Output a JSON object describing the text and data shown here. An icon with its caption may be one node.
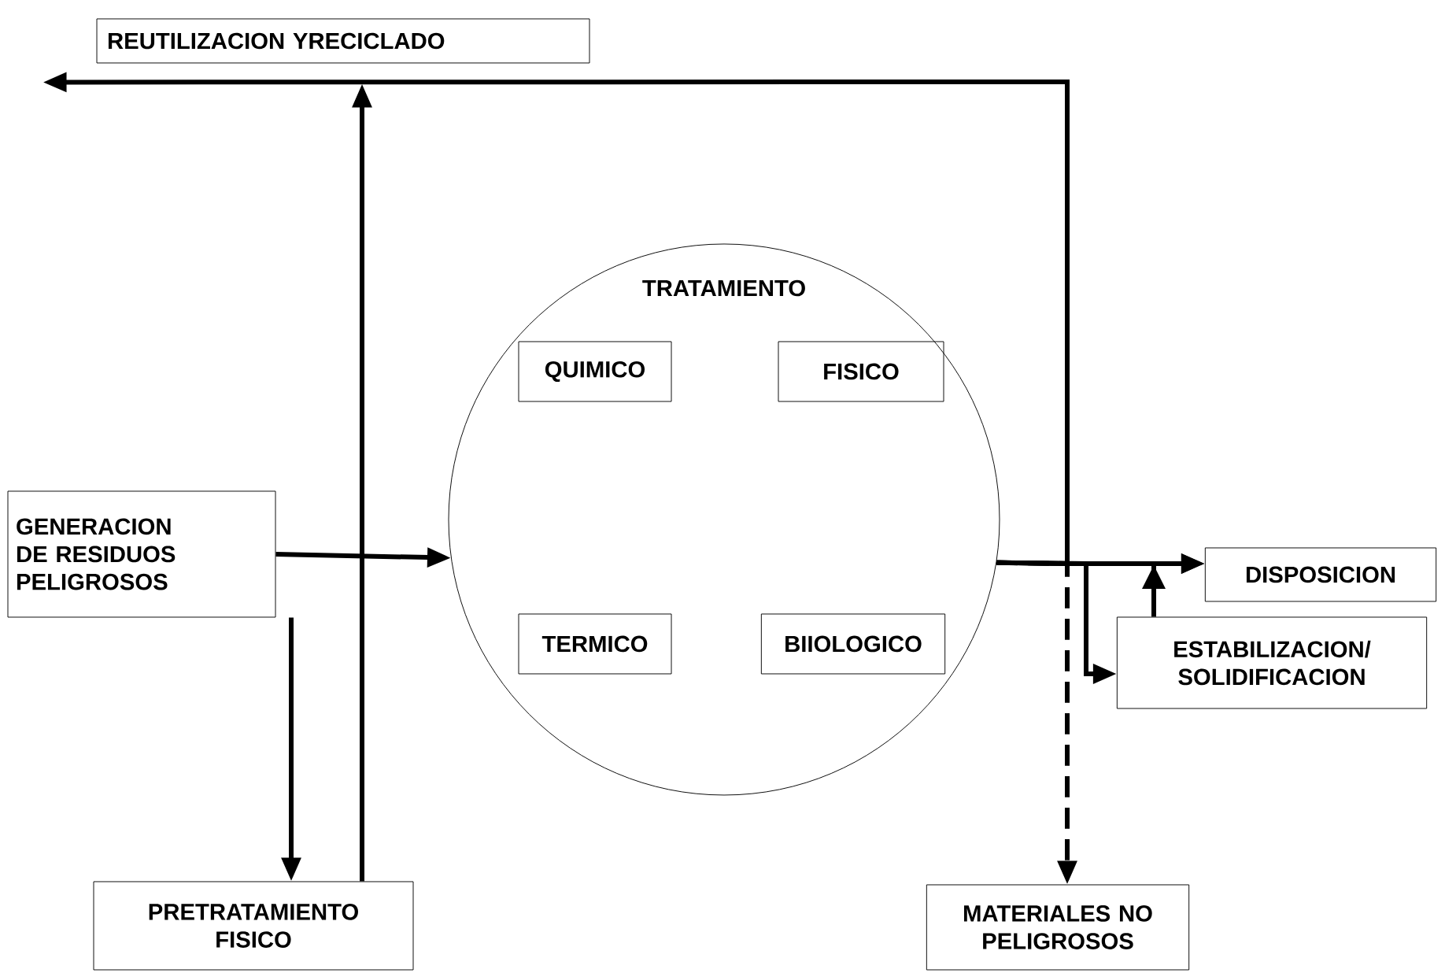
{
  "diagram": {
    "nodes": [
      {
        "text": [
          "REUTILIZACION YRECICLADO"
        ]
      },
      {
        "text": [
          "GENERACION DE RESIDUOS PELIGROSOS"
        ]
      },
      {
        "text": [
          "TRATAMIENTO"
        ]
      },
      {
        "text": [
          "QUIMICO"
        ],
        "in": 2
      },
      {
        "text": [
          "FISICO"
        ],
        "in": 2
      },
      {
        "text": [
          "TERMICO"
        ],
        "in": 2
      },
      {
        "text": [
          "BIIOLOGICO"
        ],
        "in": 2
      },
      {
        "text": [
          "DISPOSICION"
        ]
      },
      {
        "text": [
          "ESTABILIZACION/ SOLIDIFICACION"
        ]
      },
      {
        "text": [
          "PRETRATAMIENTO FISICO"
        ]
      },
      {
        "text": [
          "MATERIALES NO PELIGROSOS"
        ]
      }
    ],
    "edges": [
      {
        "from": 1,
        "to": 2,
        "arrow": "to"
      },
      {
        "from": 1,
        "to": 9,
        "arrow": "to"
      },
      {
        "from": 9,
        "to": 0,
        "arrow": "to"
      },
      {
        "from": 2,
        "to": 0,
        "arrow": "to"
      },
      {
        "from": 2,
        "to": 7,
        "arrow": "to"
      },
      {
        "from": 2,
        "to": 8,
        "arrow": "to"
      },
      {
        "from": 8,
        "to": 7,
        "arrow": "to"
      },
      {
        "from": 2,
        "to": 10,
        "arrow": "to",
        "style": "dashed"
      }
    ]
  }
}
